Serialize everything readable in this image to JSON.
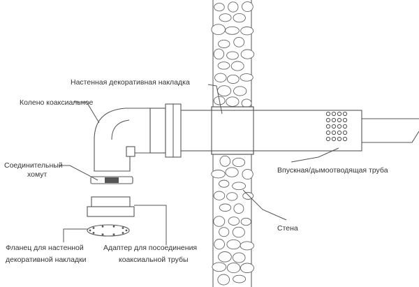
{
  "labels": {
    "wall_cover": "Настенная декоративная накладка",
    "elbow": "Колено коаксиальное",
    "clamp_line1": "Соединительный",
    "clamp_line2": "хомут",
    "flue_pipe": "Впускная/дымоотводящая труба",
    "wall": "Стена",
    "flange_line1": "Фланец для настенной",
    "flange_line2": "декоративной накладки",
    "adapter_line1": "Адаптер для посоединения",
    "adapter_line2": "коаксиальной трубы"
  },
  "colors": {
    "line": "#555555",
    "text": "#333333",
    "background": "#ffffff"
  }
}
